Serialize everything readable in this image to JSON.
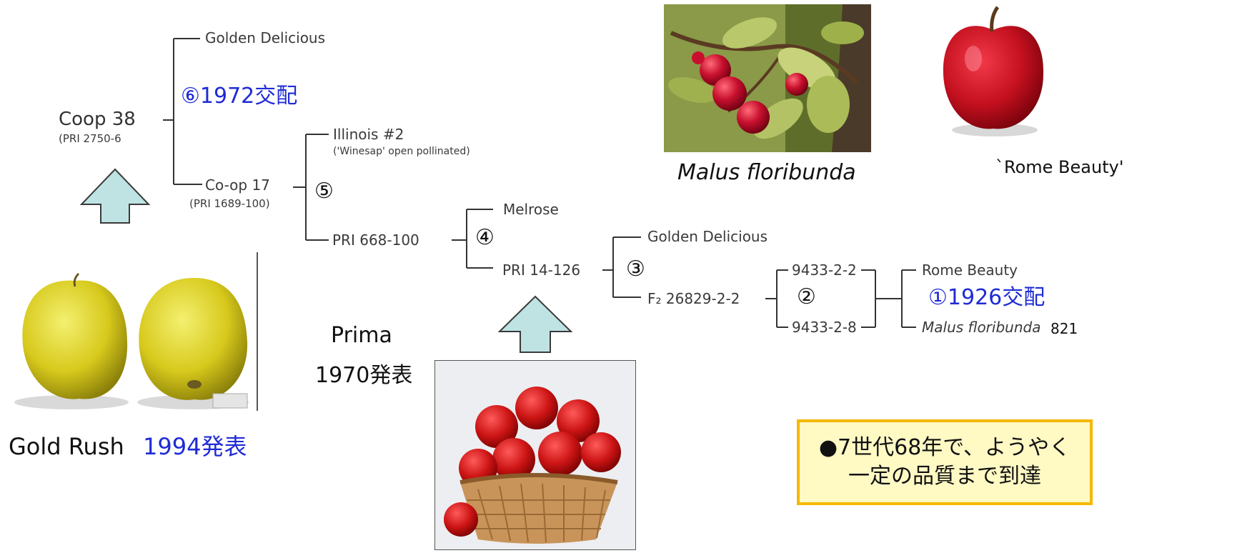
{
  "tree": {
    "golden_delicious_top": "Golden Delicious",
    "coop38": "Coop 38",
    "coop38_pri": "(PRI 2750-6",
    "step6": "⑥1972交配",
    "illinois2": "Illinois #2",
    "winesap": "('Winesap' open pollinated)",
    "coop17": "Co-op 17",
    "coop17_pri": "(PRI 1689-100)",
    "step5": "⑤",
    "melrose": "Melrose",
    "pri668": "PRI 668-100",
    "step4": "④",
    "golden_delicious_mid": "Golden Delicious",
    "pri14": "PRI 14-126",
    "step3": "③",
    "f2": "F₂ 26829-2-2",
    "step2": "②",
    "n9433_2_2": "9433-2-2",
    "n9433_2_8": "9433-2-8",
    "rome_beauty": "Rome Beauty",
    "step1": "①1926交配",
    "malus_floribunda": "Malus floribunda",
    "ref_num": "821"
  },
  "captions": {
    "malus_photo": "Malus floribunda",
    "rome_photo": "`Rome Beauty'",
    "gold_rush": "Gold Rush",
    "gold_rush_year": "1994発表",
    "prima": "Prima",
    "prima_year": "1970発表"
  },
  "callout": {
    "line1": "●7世代68年で、ようやく",
    "line2": "一定の品質まで到達"
  },
  "colors": {
    "blue_text": "#1f2bd6",
    "arrow_fill": "#bfe3e3",
    "callout_bg": "#fff9c4",
    "callout_border": "#f5b800"
  }
}
